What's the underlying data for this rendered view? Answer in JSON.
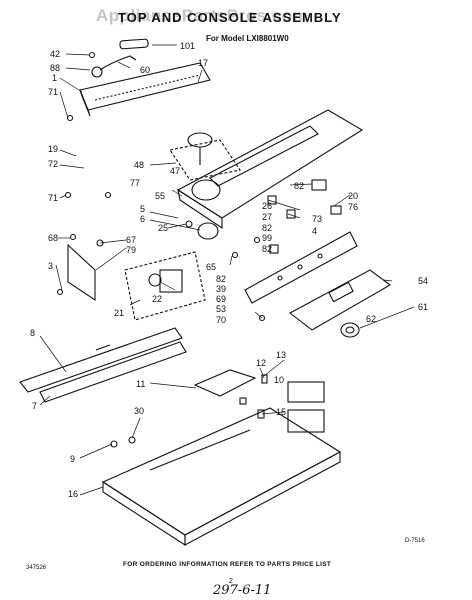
{
  "header": {
    "title": "TOP AND CONSOLE ASSEMBLY",
    "subtitle": "For Model LXI8801W0",
    "watermark": "AppliancePartsPros.com"
  },
  "footer": {
    "drawing_code": "D-7516",
    "ordering_info": "FOR ORDERING INFORMATION REFER TO PARTS PRICE LIST",
    "doc_number": "347526",
    "page_number": "2",
    "handwritten_note": "297-6-11"
  },
  "callouts": [
    "42",
    "88",
    "101",
    "60",
    "17",
    "1",
    "71",
    "19",
    "72",
    "48",
    "47",
    "77",
    "55",
    "82",
    "20",
    "76",
    "71",
    "5",
    "26",
    "27",
    "73",
    "6",
    "25",
    "82",
    "99",
    "4",
    "68",
    "67",
    "79",
    "82",
    "3",
    "65",
    "22",
    "21",
    "82",
    "39",
    "69",
    "53",
    "70",
    "54",
    "61",
    "62",
    "8",
    "11",
    "12",
    "13",
    "10",
    "30",
    "15",
    "9",
    "7",
    "16"
  ]
}
